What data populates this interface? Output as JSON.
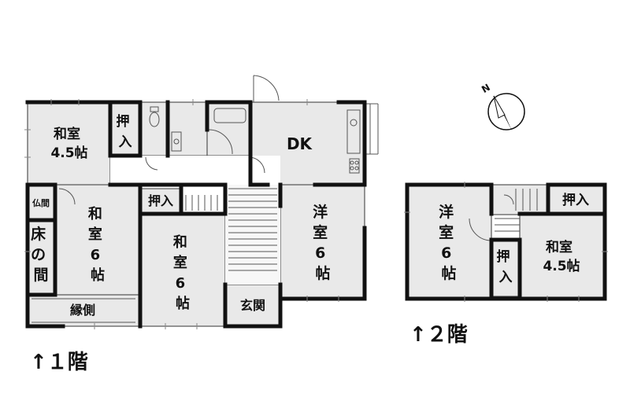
{
  "floor1": {
    "label": "↑１階",
    "rooms": {
      "washitsu_45": [
        "和室",
        "4.5帖"
      ],
      "oshiire_top": [
        "押",
        "入"
      ],
      "butsuma": "仏間",
      "tokonoma": [
        "床",
        "の",
        "間"
      ],
      "washitsu_6a": [
        "和",
        "室",
        "6",
        "帖"
      ],
      "oshiire_mid": "押入",
      "washitsu_6b": [
        "和",
        "室",
        "6",
        "帖"
      ],
      "engawa": "縁側",
      "genkan": "玄関",
      "dk": "DK",
      "yoshitsu_6": [
        "洋",
        "室",
        "6",
        "帖"
      ]
    }
  },
  "floor2": {
    "label": "↑２階",
    "rooms": {
      "yoshitsu_6": [
        "洋",
        "室",
        "6",
        "帖"
      ],
      "oshiire_top": "押入",
      "oshiire_mid": [
        "押",
        "入"
      ],
      "washitsu_45": [
        "和室",
        "4.5帖"
      ]
    }
  },
  "compass": {
    "north": "N"
  }
}
